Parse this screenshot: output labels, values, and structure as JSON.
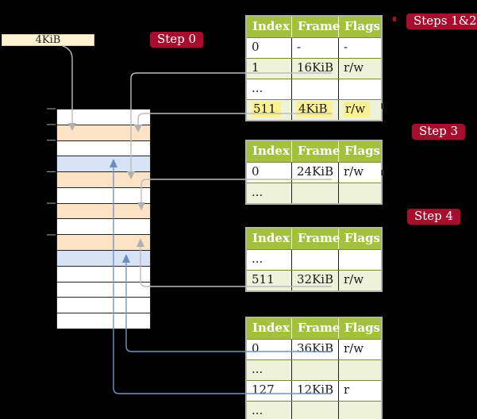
{
  "colors": {
    "background": "#000000",
    "line-gray": "#bcbcbc",
    "line-blue": "#7693c4",
    "arrow-gray": "#b0b0b0",
    "arrow-blue": "#6e8cbc",
    "badge-red": "#a50e2d",
    "header-green": "#a3c13c",
    "row-shade-green": "#edf2d8",
    "row-border-olive": "#7e8a33",
    "highlight-yellow": "#fbf193",
    "frame-box-cream": "#fdf2d2",
    "mem-orange": "#fce3c5",
    "mem-blue": "#d7e3f4"
  },
  "frame_box": {
    "label": "4KiB"
  },
  "badges": {
    "step0": "Step 0",
    "steps12": "Steps 1&2",
    "step3": "Step 3",
    "step4": "Step 4"
  },
  "memory": {
    "rows": [
      {
        "type": "free"
      },
      {
        "type": "page_table"
      },
      {
        "type": "free"
      },
      {
        "type": "page"
      },
      {
        "type": "page_table"
      },
      {
        "type": "free"
      },
      {
        "type": "page_table"
      },
      {
        "type": "free"
      },
      {
        "type": "page_table"
      },
      {
        "type": "page"
      },
      {
        "type": "free"
      },
      {
        "type": "free"
      },
      {
        "type": "free"
      },
      {
        "type": "free"
      }
    ]
  },
  "tables": [
    {
      "name": "level-4-table",
      "step": "Steps 1&2",
      "headers": [
        "Index",
        "Frame",
        "Flags"
      ],
      "rows": [
        {
          "cells": [
            "0",
            "-",
            "-"
          ]
        },
        {
          "cells": [
            "1",
            "16KiB",
            "r/w"
          ],
          "connector": true
        },
        {
          "cells": [
            "...",
            "",
            ""
          ]
        },
        {
          "cells": [
            "511",
            "4KiB",
            "r/w"
          ],
          "highlight": true,
          "connector": true
        }
      ]
    },
    {
      "name": "level-3-table",
      "step": "Step 3",
      "headers": [
        "Index",
        "Frame",
        "Flags"
      ],
      "rows": [
        {
          "cells": [
            "0",
            "24KiB",
            "r/w"
          ],
          "connector": true
        },
        {
          "cells": [
            "...",
            "",
            ""
          ]
        }
      ]
    },
    {
      "name": "level-2-table",
      "step": "Step 4",
      "headers": [
        "Index",
        "Frame",
        "Flags"
      ],
      "rows": [
        {
          "cells": [
            "...",
            "",
            ""
          ]
        },
        {
          "cells": [
            "511",
            "32KiB",
            "r/w"
          ],
          "connector": true
        }
      ]
    },
    {
      "name": "level-1-table",
      "headers": [
        "Index",
        "Frame",
        "Flags"
      ],
      "rows": [
        {
          "cells": [
            "0",
            "36KiB",
            "r/w"
          ],
          "connector": true
        },
        {
          "cells": [
            "...",
            "",
            ""
          ]
        },
        {
          "cells": [
            "127",
            "12KiB",
            "r"
          ],
          "connector": true
        },
        {
          "cells": [
            "...",
            "",
            ""
          ]
        }
      ]
    }
  ],
  "connectors": [
    {
      "from": "frame-box-4KiB",
      "to": "memory-frame-4KiB",
      "color": "gray"
    },
    {
      "from": "table-1-entry-1-16KiB",
      "to": "memory-frame-16KiB",
      "color": "gray"
    },
    {
      "from": "table-1-entry-511-4KiB",
      "to": "memory-frame-4KiB",
      "color": "gray"
    },
    {
      "from": "table-2-entry-0-24KiB",
      "to": "memory-frame-24KiB",
      "color": "gray"
    },
    {
      "from": "table-3-entry-511-32KiB",
      "to": "memory-frame-32KiB",
      "color": "gray"
    },
    {
      "from": "table-4-entry-0-36KiB",
      "to": "memory-frame-36KiB",
      "color": "blue"
    },
    {
      "from": "table-4-entry-127-12KiB",
      "to": "memory-frame-12KiB",
      "color": "blue"
    }
  ]
}
